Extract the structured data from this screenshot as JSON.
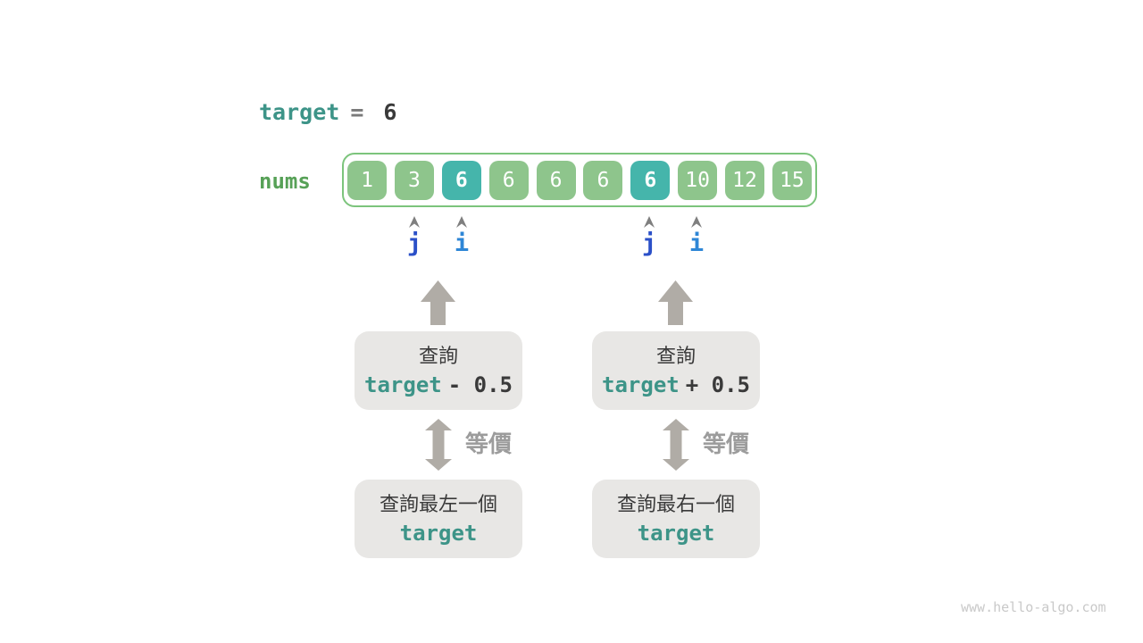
{
  "colors": {
    "teal": "#3d9488",
    "green_label": "#57a157",
    "cell_green": "#8ec58c",
    "cell_teal": "#45b5ab",
    "array_border": "#7cc47c",
    "box_bg": "#e8e7e5",
    "arrow_gray": "#b0aca6",
    "equiv_gray": "#9c9c9c",
    "dark": "#3a3a3a",
    "equals_gray": "#7a7a7a",
    "pointer_j": "#2b50c8",
    "pointer_i": "#2e86d6",
    "caret_gray": "#7f7f7f",
    "watermark_gray": "#c9c9c9"
  },
  "header": {
    "keyword": "target",
    "equals": "=",
    "value": "6"
  },
  "array": {
    "label": "nums",
    "cells": [
      "1",
      "3",
      "6",
      "6",
      "6",
      "6",
      "6",
      "10",
      "12",
      "15"
    ],
    "highlighted_indices": [
      2,
      6
    ]
  },
  "pointers": {
    "labels": [
      "j",
      "i",
      "j",
      "i"
    ]
  },
  "flows": {
    "left": {
      "query_label": "查詢",
      "expr_keyword": "target",
      "expr_op": "- 0.5",
      "equiv_label": "等價",
      "result_label": "查詢最左一個",
      "result_keyword": "target"
    },
    "right": {
      "query_label": "查詢",
      "expr_keyword": "target",
      "expr_op": "+ 0.5",
      "equiv_label": "等價",
      "result_label": "查詢最右一個",
      "result_keyword": "target"
    }
  },
  "watermark": "www.hello-algo.com"
}
